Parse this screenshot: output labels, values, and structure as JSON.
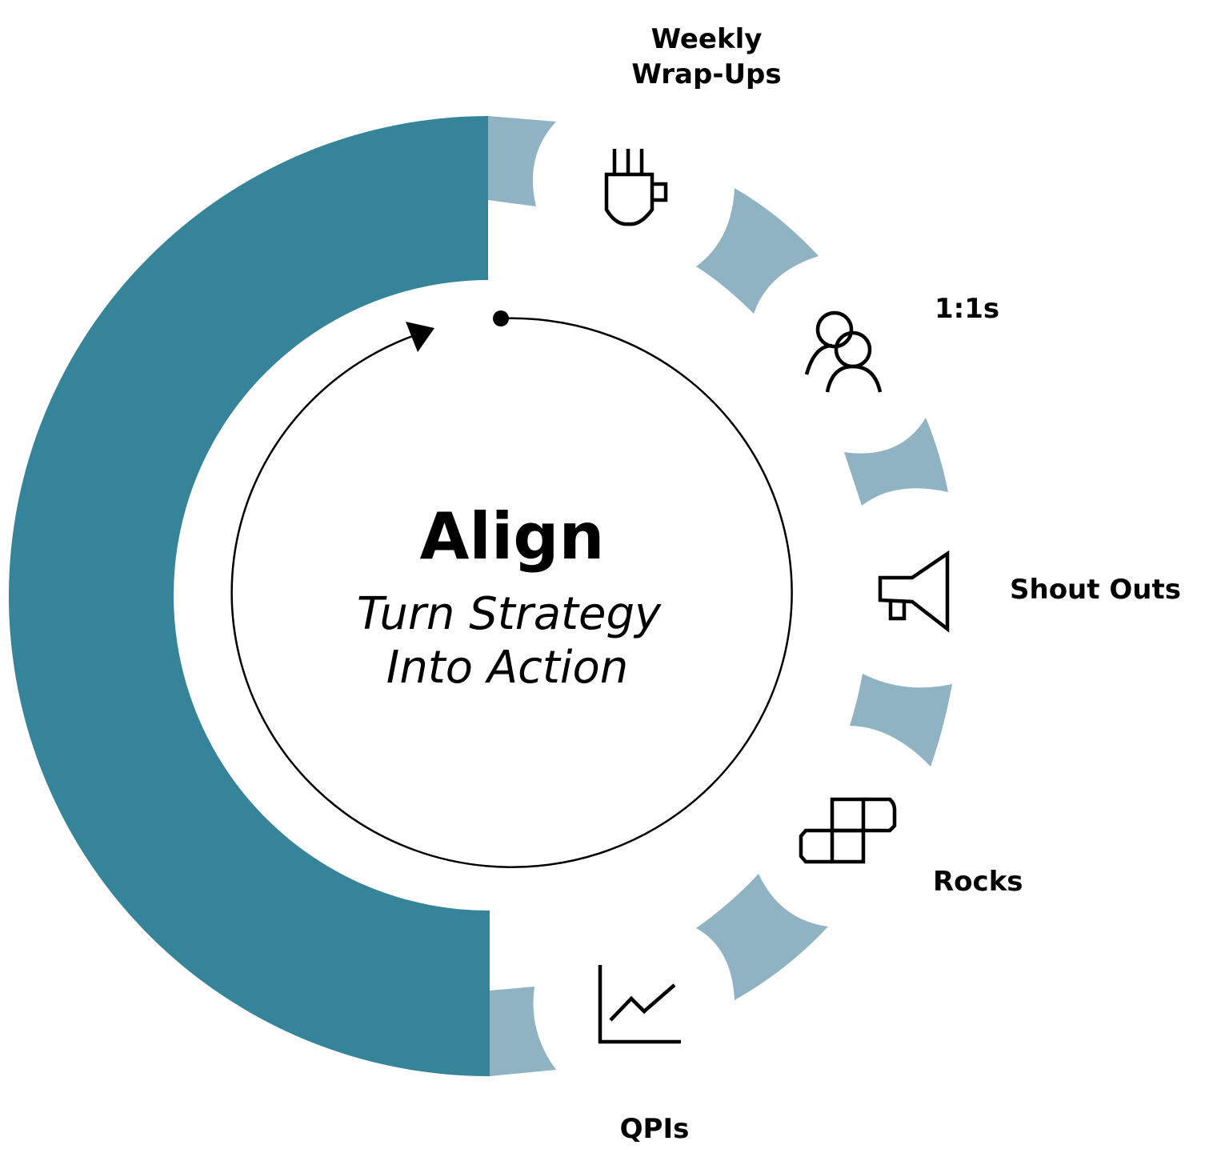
{
  "center": {
    "title": "Align",
    "subtitle_lines": [
      "Turn Strategy",
      "Into Action"
    ]
  },
  "steps": [
    {
      "label_lines": [
        "Weekly",
        "Wrap-Ups"
      ],
      "icon": "coffee-cup-icon"
    },
    {
      "label_lines": [
        "1:1s"
      ],
      "icon": "two-people-icon"
    },
    {
      "label_lines": [
        "Shout Outs"
      ],
      "icon": "megaphone-icon"
    },
    {
      "label_lines": [
        "Rocks"
      ],
      "icon": "blocks-icon"
    },
    {
      "label_lines": [
        "QPIs"
      ],
      "icon": "line-chart-icon"
    }
  ],
  "colors": {
    "main_arc": "#36849A",
    "segments": "#8FB3C3",
    "stroke": "#000000"
  }
}
